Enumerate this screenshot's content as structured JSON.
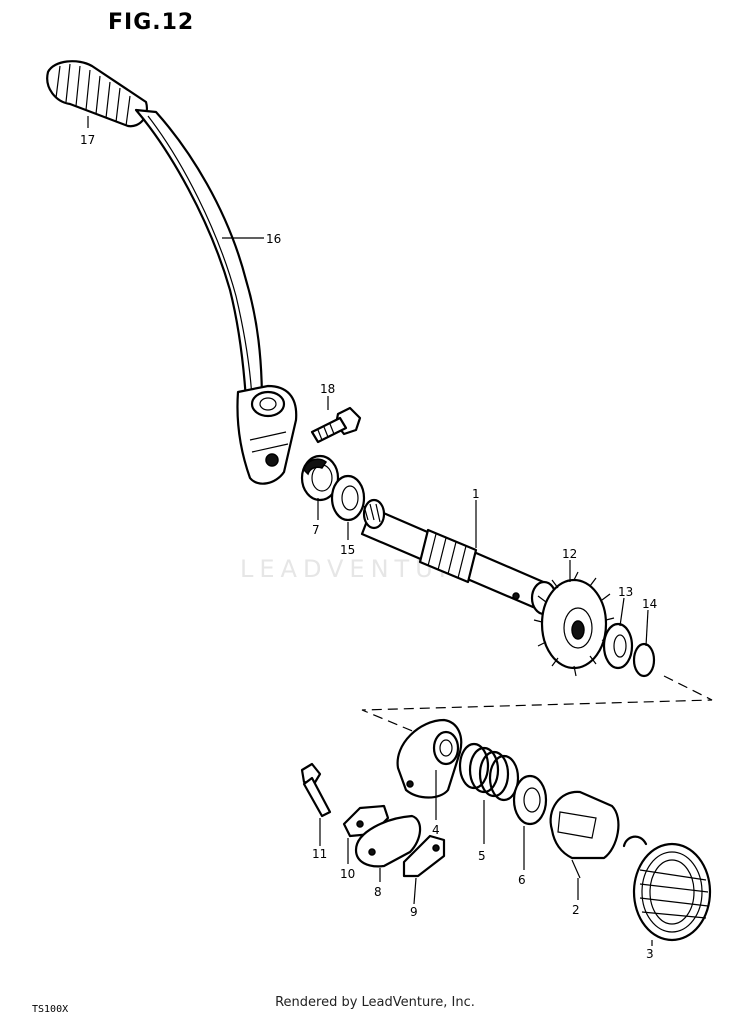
{
  "figure": {
    "title": "FIG.12"
  },
  "watermark": "LEADVENTURE",
  "footer": {
    "rendered_by": "Rendered by LeadVenture, Inc."
  },
  "model_code": "TS100X",
  "callouts": [
    "1",
    "2",
    "3",
    "4",
    "5",
    "6",
    "7",
    "8",
    "9",
    "10",
    "11",
    "12",
    "13",
    "14",
    "15",
    "16",
    "17",
    "18"
  ]
}
